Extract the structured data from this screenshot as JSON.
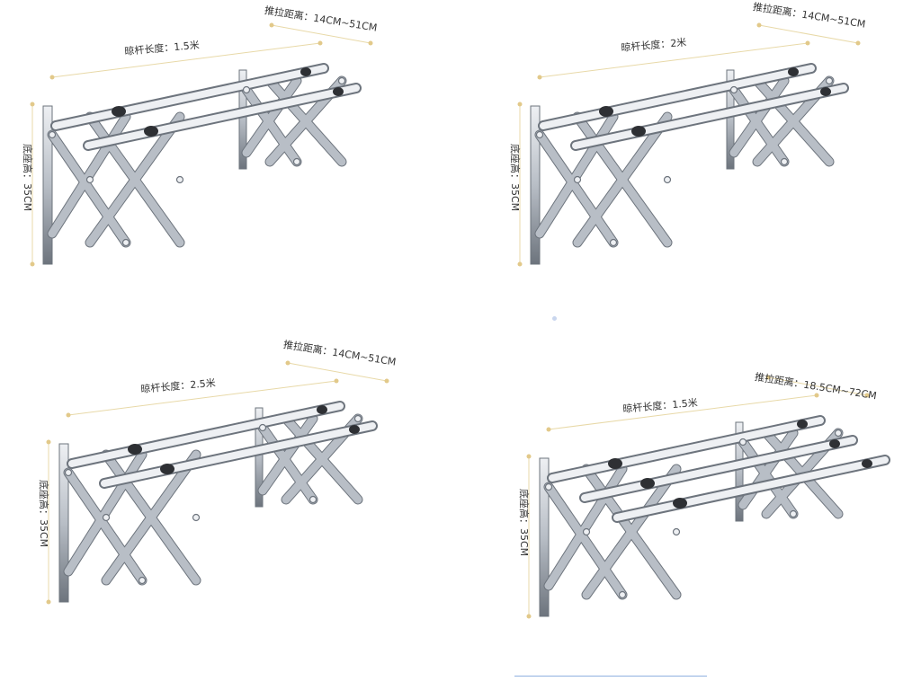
{
  "colors": {
    "dimension_line": "#e8d9a8",
    "dimension_dot": "#e2c98a",
    "steel_light": "#eef0f3",
    "steel_mid": "#b8bec6",
    "steel_dark": "#6d747d",
    "cap": "#2e3034",
    "accent_line": "#8fb0e0"
  },
  "icons": [
    "rack-illustration"
  ],
  "panels": [
    {
      "push_label": "推拉距离：14CM~51CM",
      "rod_label": "晾杆长度：1.5米",
      "height_label": "底座高：35CM"
    },
    {
      "push_label": "推拉距离：14CM~51CM",
      "rod_label": "晾杆长度：2米",
      "height_label": "底座高：35CM"
    },
    {
      "push_label": "推拉距离：14CM~51CM",
      "rod_label": "晾杆长度：2.5米",
      "height_label": "底座高：35CM"
    },
    {
      "push_label": "推拉距离：18.5CM~72CM",
      "rod_label": "晾杆长度：1.5米",
      "height_label": "底座高：35CM"
    }
  ]
}
